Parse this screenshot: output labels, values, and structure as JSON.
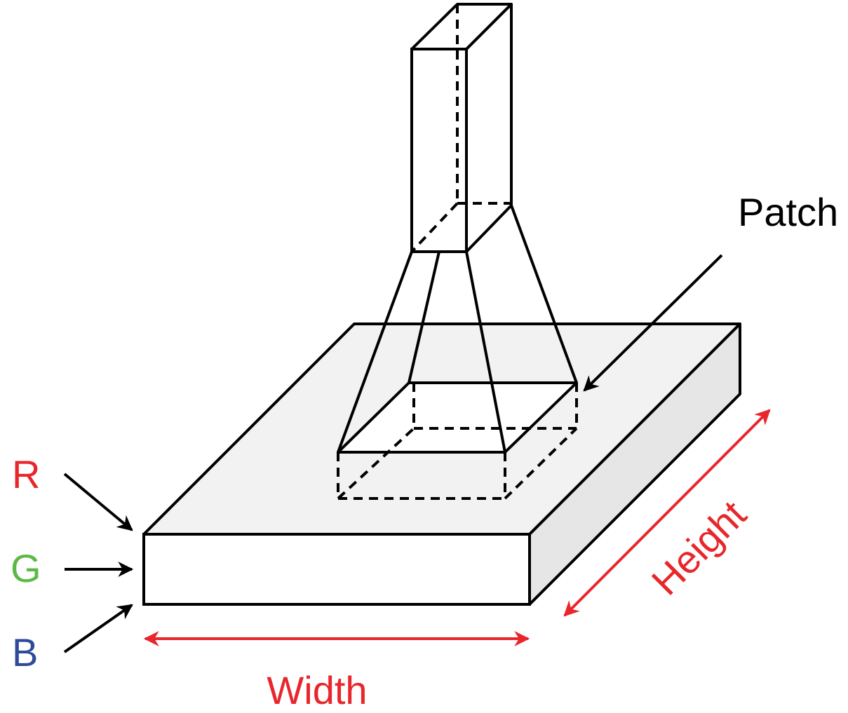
{
  "labels": {
    "patch": "Patch",
    "r": "R",
    "g": "G",
    "b": "B",
    "width": "Width",
    "height": "Height"
  },
  "colors": {
    "r": "#e8262b",
    "g": "#5cb946",
    "b": "#2e4a9c",
    "dimension": "#e8262b",
    "outline": "#000000",
    "slab_top": "#f2f2f2",
    "slab_side": "#e6e6e6",
    "slab_front": "#ffffff"
  }
}
